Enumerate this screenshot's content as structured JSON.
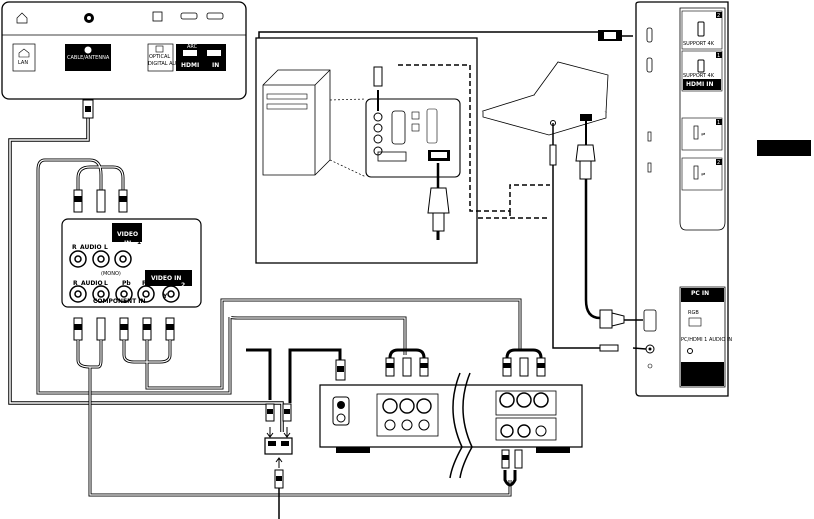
{
  "tv_rear_panel": {
    "lan": "LAN",
    "cable_antenna": "CABLE/ANTENNA",
    "optical": "OPTICAL",
    "digital_audio_out": "DIGITAL AUDIO OUT",
    "arc": "ARC",
    "hdmi": "HDMI",
    "in": "IN"
  },
  "av_panel": {
    "audio": "AUDIO",
    "video": "VIDEO",
    "in": "IN",
    "mono": "(MONO)",
    "l": "L",
    "r": "R",
    "pb": "Pb",
    "pr": "Pr",
    "y": "Y",
    "video_in": "VIDEO IN",
    "input_num_1": "1",
    "input_num_2": "2",
    "component_in": "COMPONENT IN"
  },
  "tv_side_panel": {
    "support_4k_a": "SUPPORT 4K",
    "support_4k_b": "SUPPORT 4K",
    "hdmi_in": "HDMI IN",
    "hdmi_num_1": "1",
    "hdmi_num_2": "2",
    "usb_num_1": "1",
    "usb_num_2": "2",
    "pc_in": "PC IN",
    "rgb": "RGB",
    "pc_hdmi_audio_in": "PC/HDMI 1 AUDIO IN"
  }
}
